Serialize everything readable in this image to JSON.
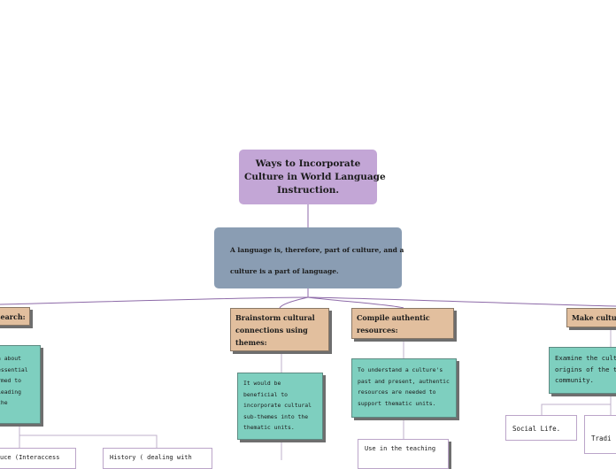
{
  "root": {
    "lines": [
      "Ways to Incorporate",
      "Culture in World Language",
      "Instruction."
    ]
  },
  "statement": {
    "lines": [
      "A language is, therefore, part of culture, and a",
      "culture is a part of  language."
    ]
  },
  "branches": {
    "research": {
      "title": "search:",
      "note_lines": [
        "h about",
        "essential",
        "rmed to",
        "Leading",
        "  the"
      ],
      "child_left": "uce (Interaccess",
      "child_right": "History ( dealing with"
    },
    "brainstorm": {
      "title_lines": [
        "Brainstorm cultural",
        "connections using",
        "themes:"
      ],
      "note_lines": [
        "It would be",
        "beneficial to",
        "incorporate cultural",
        "sub-themes into the",
        "thematic units."
      ]
    },
    "compile": {
      "title_lines": [
        "Compile authentic",
        "resources:"
      ],
      "note_lines": [
        "To understand a culture's",
        "past and present, authentic",
        "resources are needed to",
        "support thematic units."
      ],
      "child": "Use in the teaching"
    },
    "make": {
      "title": "Make cultura",
      "note_lines": [
        "Examine the cultu",
        "origins of the ta",
        "community."
      ],
      "child_left": "Social Life.",
      "child_right": "Tradi"
    }
  },
  "colors": {
    "root": "#c3a6d6",
    "statement": "#8a9db3",
    "category": "#e2bf9e",
    "note": "#7ecfbf",
    "connector": "#8d6aa8"
  }
}
